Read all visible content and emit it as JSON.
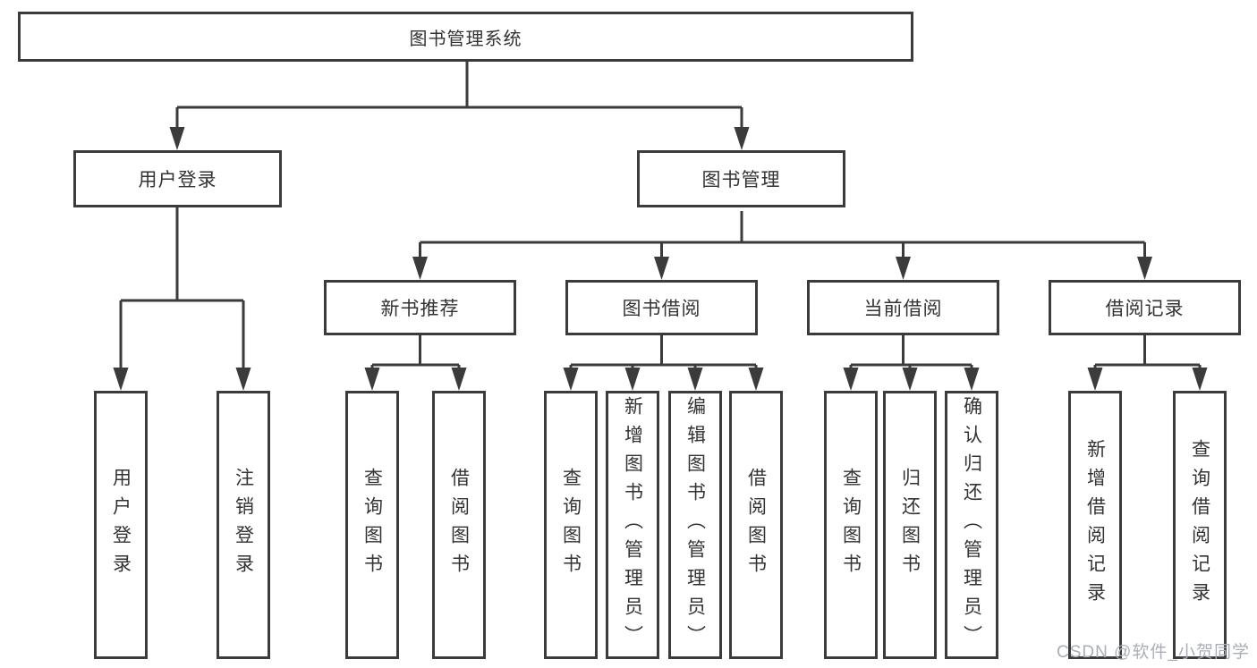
{
  "diagram": {
    "root": "图书管理系统",
    "level2": {
      "user_login": "用户登录",
      "book_management": "图书管理"
    },
    "level3": {
      "new_book_recommend": "新书推荐",
      "book_borrow": "图书借阅",
      "current_borrow": "当前借阅",
      "borrow_records": "借阅记录"
    },
    "leaves": {
      "user_login": "用户登录",
      "logout": "注销登录",
      "nb_query_books": "查询图书",
      "nb_borrow_books": "借阅图书",
      "bb_query_books": "查询图书",
      "bb_add_books": "新增图书（管理员）",
      "bb_edit_books": "编辑图书（管理员）",
      "bb_borrow_books": "借阅图书",
      "cb_query_books": "查询图书",
      "cb_return_books": "归还图书",
      "cb_confirm_return": "确认归还（管理员）",
      "br_add_record": "新增借阅记录",
      "br_query_record": "查询借阅记录"
    },
    "watermark": "CSDN @软件_小贺同学",
    "colors": {
      "line": "#3b3b3b",
      "text": "#333333",
      "background": "#ffffff",
      "watermark": "#a9aeb8"
    }
  }
}
